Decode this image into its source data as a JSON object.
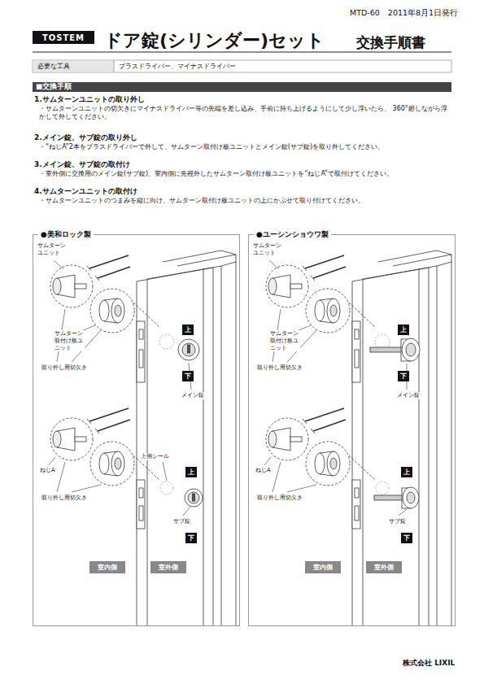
{
  "diagram": {
    "title": "ドア錠(シリンダー)セット",
    "nodes": [
      {
        "text": [
          "TOSTEM"
        ]
      },
      {
        "text": [
          "■交換手順"
        ]
      },
      {
        "text": [
          "●美和ロック製"
        ]
      },
      {
        "text": [
          "上"
        ],
        "in": 2
      },
      {
        "text": [
          "下"
        ],
        "in": 2
      },
      {
        "text": [
          "上"
        ],
        "in": 2
      },
      {
        "text": [
          "下"
        ],
        "in": 2
      },
      {
        "text": [
          "室内側"
        ],
        "in": 2
      },
      {
        "text": [
          "室外側"
        ],
        "in": 2
      },
      {
        "text": [
          "●ユーシンショウワ製"
        ]
      },
      {
        "text": [
          "上"
        ],
        "in": 9
      },
      {
        "text": [
          "下"
        ],
        "in": 9
      },
      {
        "text": [
          "上"
        ],
        "in": 9
      },
      {
        "text": [
          "下"
        ],
        "in": 9
      },
      {
        "text": [
          "室内側"
        ],
        "in": 9
      },
      {
        "text": [
          "室外側"
        ],
        "in": 9
      }
    ],
    "labels": [
      "MTD-60　2011年8月1日発行",
      "ドア錠(シリンダー)セット",
      "交換手順書",
      "必要な工具",
      "プラスドライバー、マイナスドライバー",
      "1.サムターンユニットの取り外し",
      "・サムターンユニットの切欠きにマイナスドライバー等の先端を差し込み、手前に持ち上げるようにして少し浮いたら、 360°廻しながら浮かして外してください。",
      "2.メイン錠、サブ錠の取り外し",
      "・“ねじA”2本をプラスドライバーで外して、サムターン取付け板ユニットとメイン錠(サブ錠)を取り外してください。",
      "3.メイン錠、サブ錠の取付け",
      "・室外側に交換用のメイン錠(サブ錠)、室内側に先程外したサムターン取付け板ユニットを“ねじA”で取付けてください。",
      "4.サムターンユニットの取付け",
      "・サムターンユニットのつまみを縦に向け、サムターン取付け板ユニットの上にかぶせて取り付けてください。",
      "サムターンユニット",
      "サムターン取付け板ユニット",
      "取り外し用切欠き",
      "メイン錠",
      "ねじA",
      "取り外し用切欠き",
      "上側シール",
      "サブ錠",
      "サムターンユニット",
      "サムターン取付け板ユニット",
      "取り外し用切欠き",
      "メイン錠",
      "ねじA",
      "取り外し用切欠き",
      "サブ錠",
      "株式会社 LIXIL"
    ]
  }
}
